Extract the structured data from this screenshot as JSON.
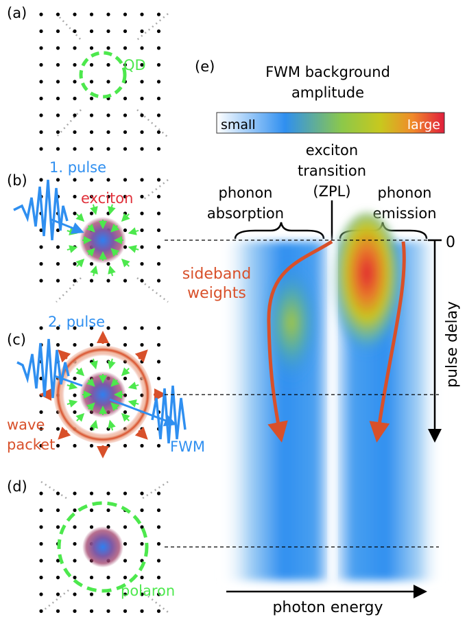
{
  "panels": {
    "a": {
      "label": "(a)",
      "qd_label": "QD"
    },
    "b": {
      "label": "(b)",
      "pulse_label": "1. pulse",
      "exciton_label": "exciton"
    },
    "c": {
      "label": "(c)",
      "pulse_label": "2. pulse",
      "wave_label_1": "wave",
      "wave_label_2": "packet",
      "fwm_label": "FWM"
    },
    "d": {
      "label": "(d)",
      "polaron_label": "polaron"
    },
    "e": {
      "label": "(e)",
      "title_line1": "FWM background",
      "title_line2": "amplitude",
      "colorbar_small": "small",
      "colorbar_large": "large",
      "zpl_line1": "exciton",
      "zpl_line2": "transition",
      "zpl_line3": "(ZPL)",
      "absorption_line1": "phonon",
      "absorption_line2": "absorption",
      "emission_line1": "phonon",
      "emission_line2": "emission",
      "sideband_line1": "sideband",
      "sideband_line2": "weights",
      "delay_zero": "0",
      "delay_axis_label": "pulse delay",
      "energy_axis_label": "photon energy"
    }
  },
  "colors": {
    "dot": "#000000",
    "qd_green": "#4de84d",
    "pulse_blue": "#2f8ff0",
    "exciton_red": "#e0303a",
    "sideband_orange": "#d8502a",
    "guide_grey": "#a9a9a9"
  }
}
